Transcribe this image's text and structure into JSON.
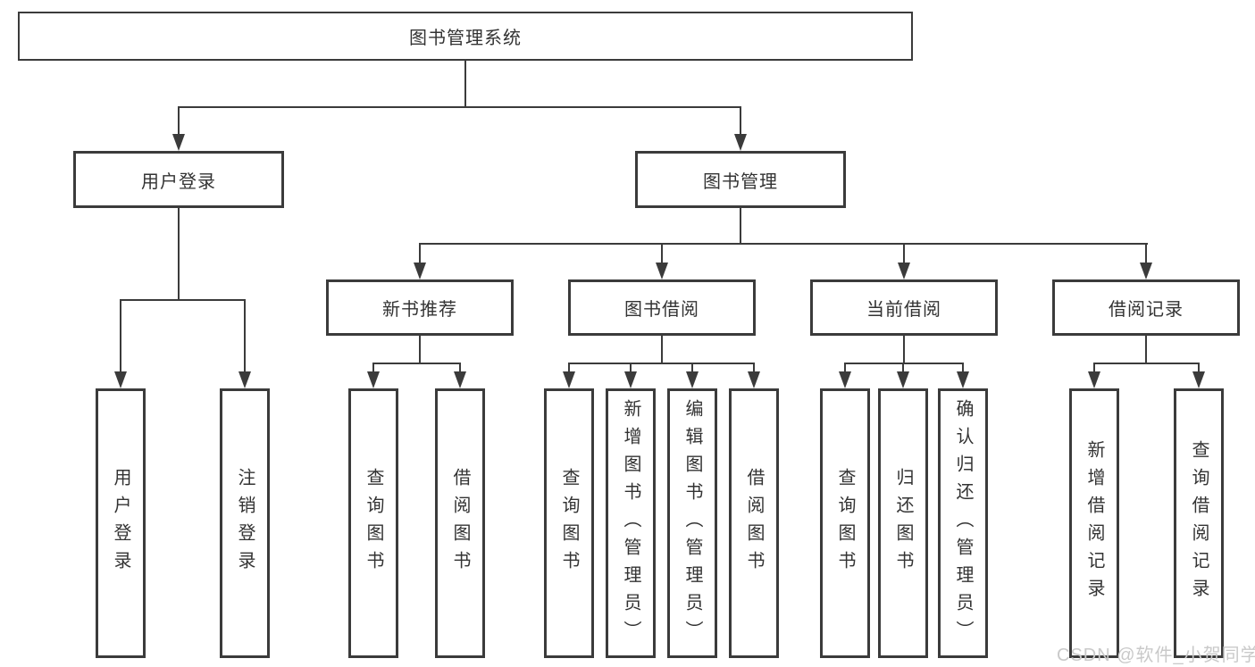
{
  "root_label": "图书管理系统",
  "level2": {
    "user_login": "用户登录",
    "book_management": "图书管理"
  },
  "level3": {
    "new_book_recommend": "新书推荐",
    "book_borrow": "图书借阅",
    "current_borrow": "当前借阅",
    "borrow_records": "借阅记录"
  },
  "leaves": {
    "user_login": [
      "用户登录",
      "注销登录"
    ],
    "new_book_recommend": [
      "查询图书",
      "借阅图书"
    ],
    "book_borrow": [
      "查询图书",
      "新增图书（管理员）",
      "编辑图书（管理员）",
      "借阅图书"
    ],
    "current_borrow": [
      "查询图书",
      "归还图书",
      "确认归还（管理员）"
    ],
    "borrow_records": [
      "新增借阅记录",
      "查询借阅记录"
    ]
  },
  "watermark": "CSDN @软件_小贺同学",
  "colors": {
    "line": "#3b3b3b",
    "text": "#333333",
    "watermark": "#c9c9c9",
    "background": "#ffffff"
  }
}
